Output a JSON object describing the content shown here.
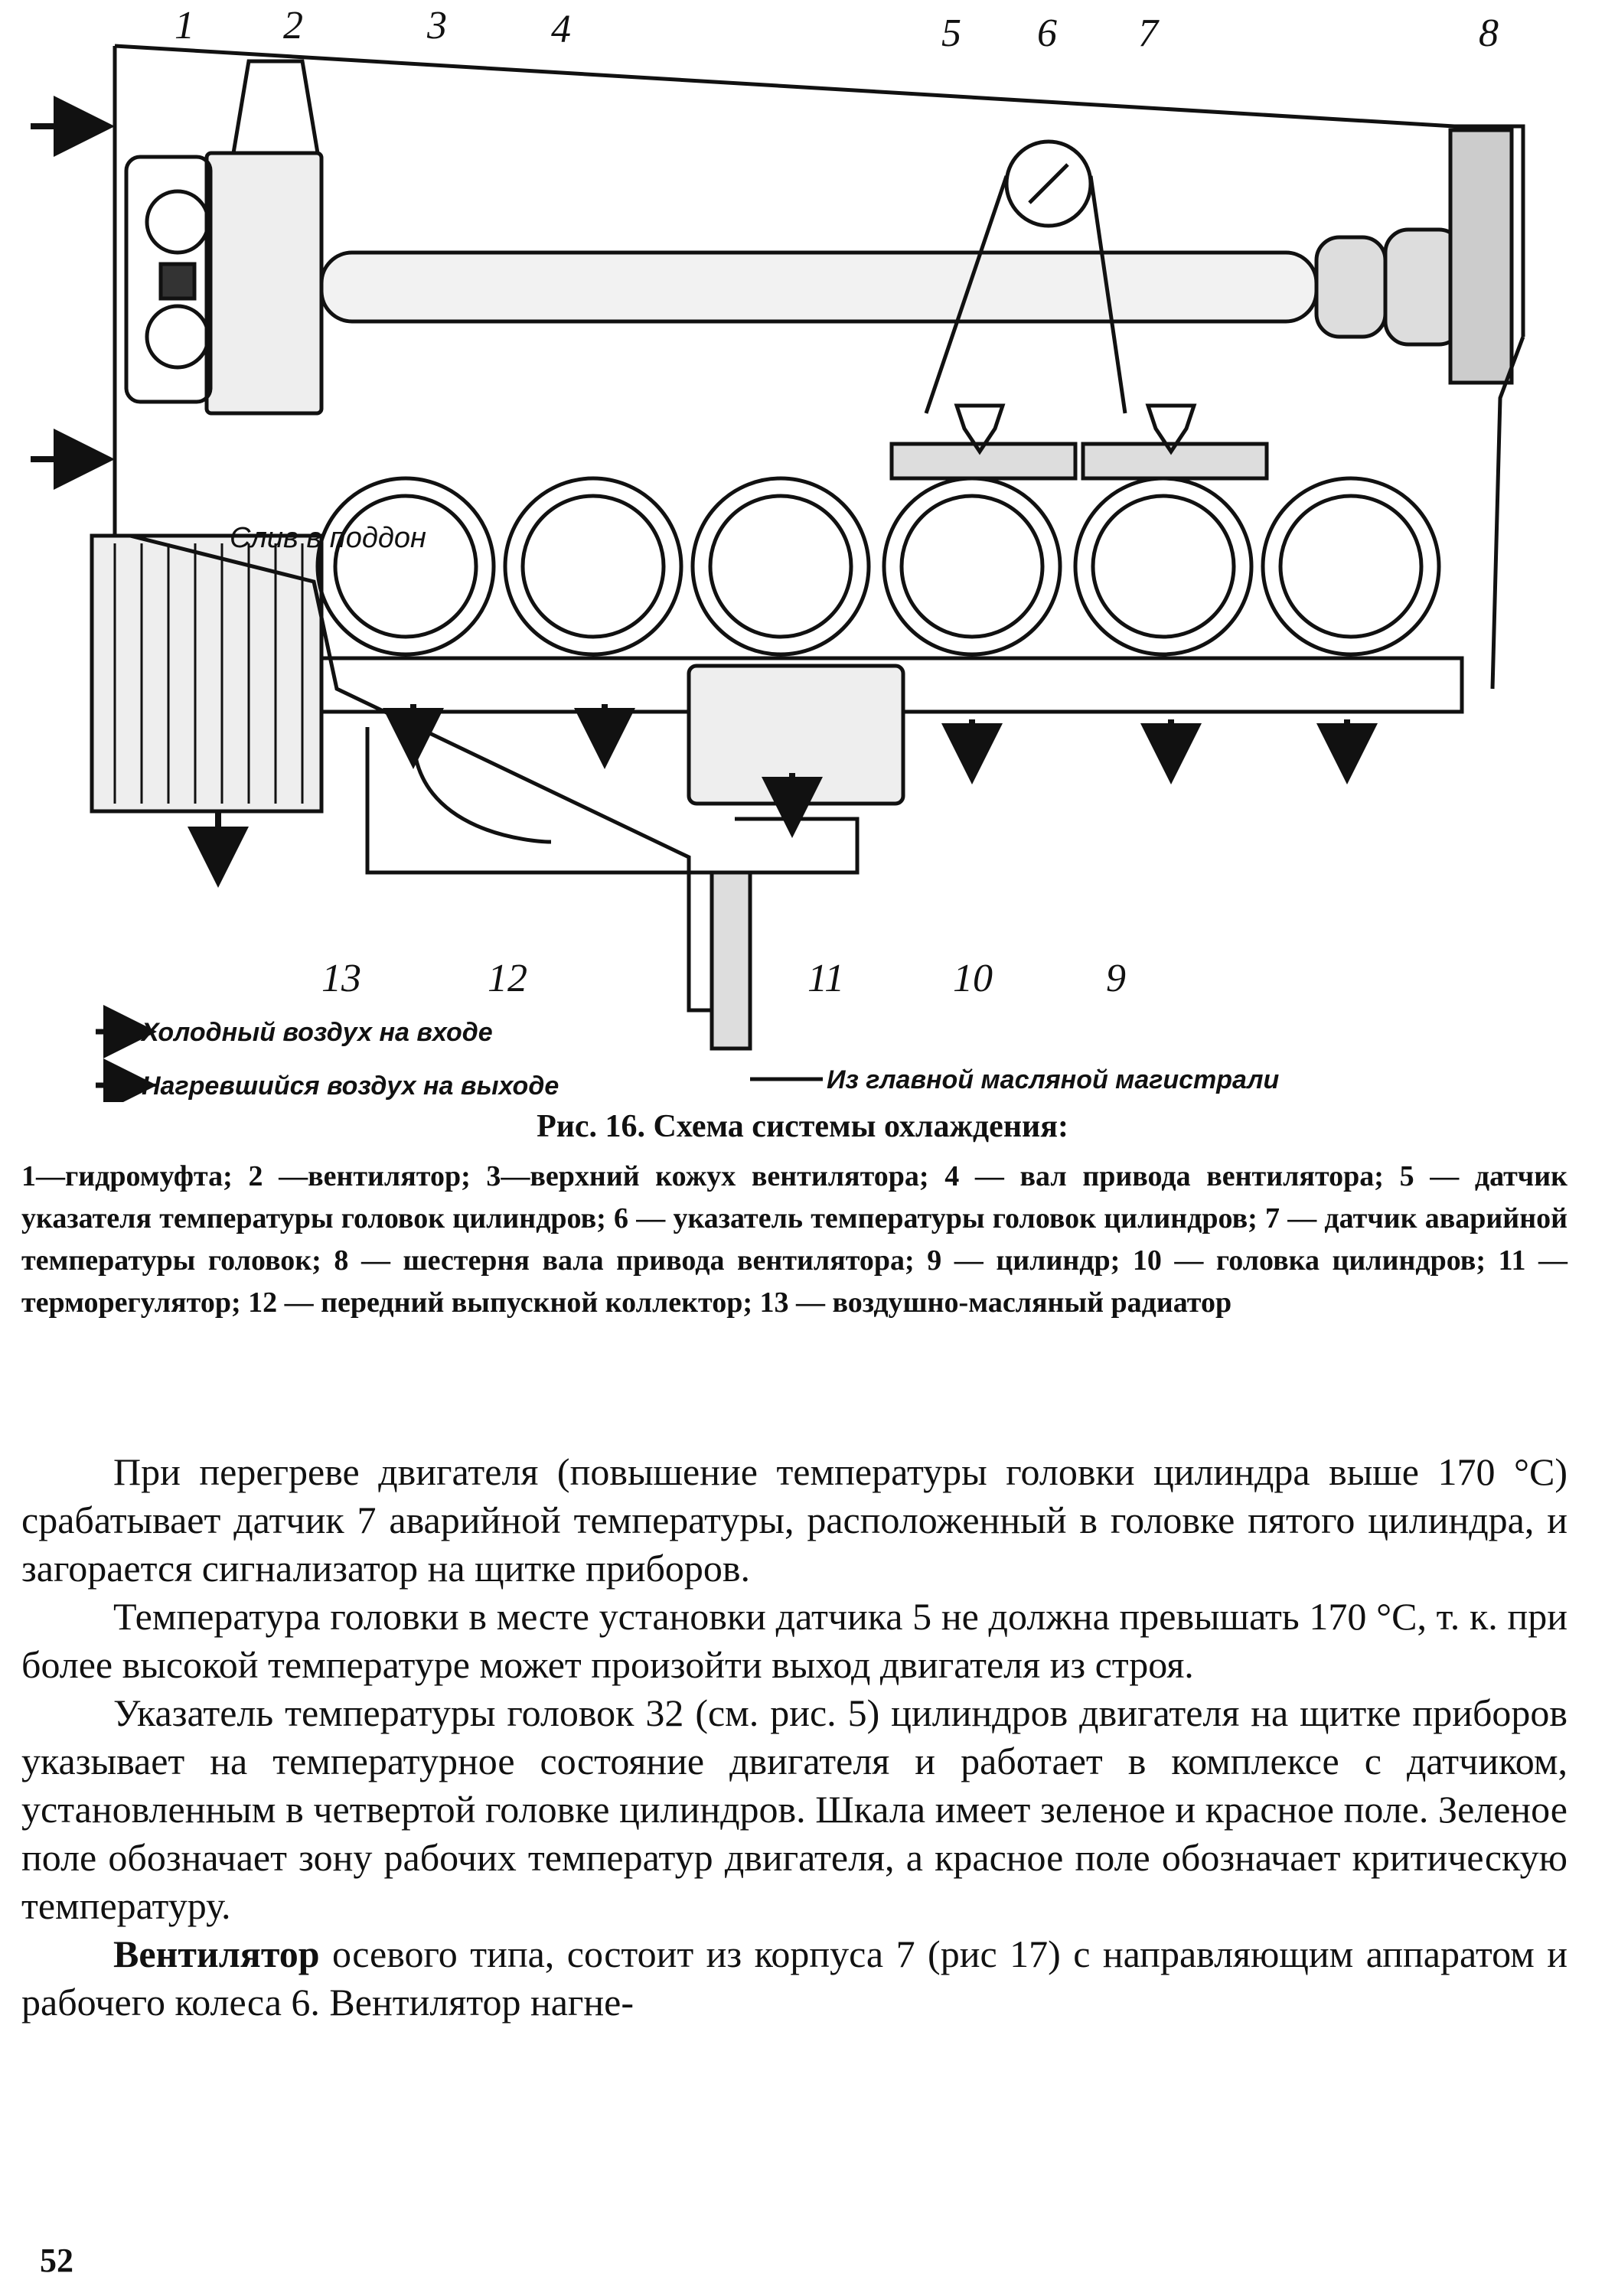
{
  "figure": {
    "callouts": [
      "1",
      "2",
      "3",
      "4",
      "5",
      "6",
      "7",
      "8",
      "9",
      "10",
      "11",
      "12",
      "13"
    ],
    "drain_label": "Слив в поддон",
    "legend_cold": "Холодный воздух на входе",
    "legend_hot": "Нагревшийся воздух на выходе",
    "oil_inlet_label": "Из главной масляной магистрали"
  },
  "caption": "Рис. 16. Схема системы охлаждения:",
  "legend": "1—гидромуфта; 2 —вентилятор; 3—верхний кожух вентилятора; 4 — вал привода вентилятора; 5 — датчик указателя температуры головок цилиндров; 6 — указатель температуры головок цилиндров; 7 — датчик аварийной температуры головок; 8 — шестерня вала привода вентилятора; 9 — цилиндр; 10 — головка цилиндров; 11 — терморегулятор; 12 — передний выпускной коллектор; 13 — воздушно-масляный радиатор",
  "paragraphs": {
    "p1": "При перегреве двигателя (повышение температуры головки цилиндра выше 170 °С) срабатывает датчик 7 аварийной температуры, расположенный в головке пятого цилиндра, и загорается сигнализатор на щитке приборов.",
    "p2": "Температура головки в месте установки датчика 5 не должна превышать 170 °С, т. к. при более высокой температуре может произойти выход двигателя из строя.",
    "p3": "Указатель температуры головок 32 (см. рис. 5) цилиндров двигателя на щитке приборов указывает на температурное состояние двигателя и работает в комплексе с датчиком, установленным в четвертой головке цилиндров. Шкала имеет зеленое и красное поле. Зеленое поле обозначает зону рабочих температур двигателя, а красное поле обозначает критическую температуру.",
    "p4_bold": "Вентилятор",
    "p4_rest": " осевого типа, состоит из корпуса 7 (рис 17) с направляющим аппаратом и рабочего колеса 6. Вентилятор нагне-"
  },
  "page_number": "52"
}
